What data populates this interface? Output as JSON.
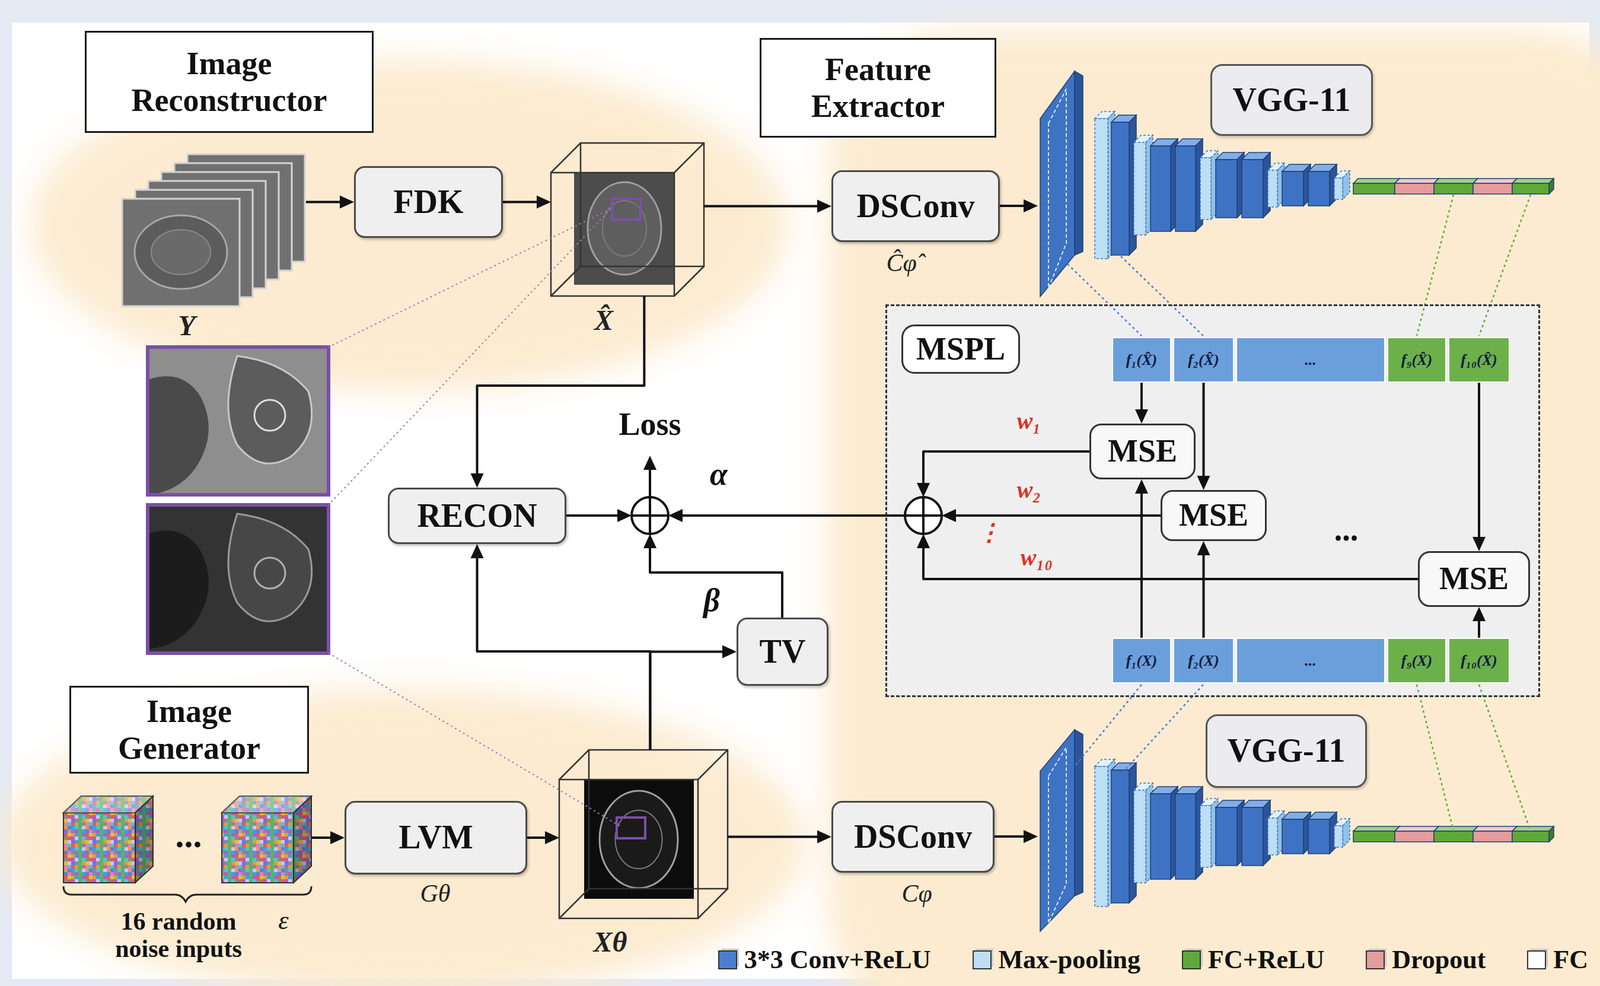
{
  "diagram": {
    "nodes": [
      {
        "text": [
          "Image Reconstructor"
        ]
      },
      {
        "text": [
          "Y"
        ]
      },
      {
        "text": [
          "FDK"
        ]
      },
      {
        "text": [
          "X̂"
        ]
      },
      {
        "text": [
          "Feature Extractor"
        ]
      },
      {
        "text": [
          "DSConv",
          "Ĉφ̂"
        ]
      },
      {
        "text": [
          "VGG-11"
        ]
      },
      {
        "text": [
          "MSPL"
        ]
      },
      {
        "text": [
          "f₁(X̂)"
        ],
        "in": 7
      },
      {
        "text": [
          "f₂(X̂)"
        ],
        "in": 7
      },
      {
        "text": [
          "..."
        ],
        "in": 7
      },
      {
        "text": [
          "f₉(X̂)"
        ],
        "in": 7
      },
      {
        "text": [
          "f₁₀(X̂)"
        ],
        "in": 7
      },
      {
        "text": [
          "MSE"
        ],
        "in": 7
      },
      {
        "text": [
          "MSE"
        ],
        "in": 7
      },
      {
        "text": [
          "MSE"
        ],
        "in": 7
      },
      {
        "text": [
          "f₁(X)"
        ],
        "in": 7
      },
      {
        "text": [
          "f₂(X)"
        ],
        "in": 7
      },
      {
        "text": [
          "..."
        ],
        "in": 7
      },
      {
        "text": [
          "f₉(X)"
        ],
        "in": 7
      },
      {
        "text": [
          "f₁₀(X)"
        ],
        "in": 7
      },
      {
        "text": [
          "RECON"
        ]
      },
      {
        "text": [
          "TV"
        ]
      },
      {
        "text": [
          "Image Generator"
        ]
      },
      {
        "text": [
          "16 random noise inputs",
          "ε"
        ]
      },
      {
        "text": [
          "LVM",
          "Gθ"
        ]
      },
      {
        "text": [
          "Xθ"
        ]
      },
      {
        "text": [
          "DSConv",
          "Cφ"
        ]
      },
      {
        "text": [
          "VGG-11"
        ]
      }
    ],
    "edges": [
      {
        "from": 1,
        "to": 2,
        "arrow": "to"
      },
      {
        "from": 2,
        "to": 3,
        "arrow": "to"
      },
      {
        "from": 3,
        "to": 5,
        "arrow": "to"
      },
      {
        "from": 3,
        "to": 21,
        "arrow": "to"
      },
      {
        "from": 8,
        "to": 13,
        "arrow": "to"
      },
      {
        "from": 9,
        "to": 14,
        "arrow": "to"
      },
      {
        "from": 12,
        "to": 15,
        "arrow": "to"
      },
      {
        "from": 16,
        "to": 13,
        "arrow": "to"
      },
      {
        "from": 17,
        "to": 14,
        "arrow": "to"
      },
      {
        "from": 20,
        "to": 15,
        "arrow": "to"
      },
      {
        "from": 26,
        "to": 21,
        "arrow": "to"
      },
      {
        "from": 26,
        "to": 22,
        "arrow": "to"
      },
      {
        "from": 24,
        "to": 25,
        "arrow": "to"
      },
      {
        "from": 25,
        "to": 26,
        "arrow": "to"
      },
      {
        "from": 26,
        "to": 27,
        "arrow": "to"
      }
    ],
    "labels": [
      "Loss",
      "α",
      "w₁",
      "w₂",
      "⋮",
      "w₁₀",
      "...",
      "β",
      "..."
    ],
    "legend": [
      {
        "text": "3*3 Conv+ReLU",
        "color": "#4a7fd0"
      },
      {
        "text": "Max-pooling",
        "color": "#bcdff5"
      },
      {
        "text": "FC+ReLU",
        "color": "#5fa83a"
      },
      {
        "text": "Dropout",
        "color": "#e49c9c"
      },
      {
        "text": "FC",
        "color": "#ffffff"
      }
    ]
  }
}
